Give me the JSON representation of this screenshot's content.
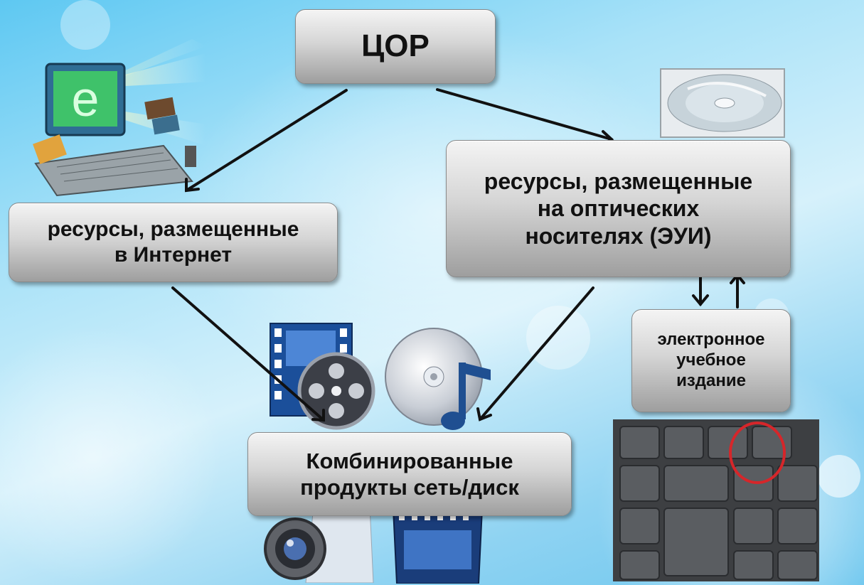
{
  "diagram": {
    "root": {
      "lines": [
        "ЦОР"
      ]
    },
    "internet": {
      "lines": [
        "ресурсы, размещенные",
        "в Интернет"
      ]
    },
    "optical": {
      "lines": [
        "ресурсы, размещенные",
        "на оптических",
        "носителях (ЭУИ)"
      ]
    },
    "edu": {
      "lines": [
        "электронное",
        "учебное",
        "издание"
      ]
    },
    "combined": {
      "lines": [
        "Комбинированные",
        "продукты сеть/диск"
      ]
    }
  },
  "colors": {
    "box_top": "#f4f4f4",
    "box_bottom": "#9e9e9e",
    "arrow": "#111111",
    "background": "#a9e2f8"
  },
  "icons": [
    "computer-e-icon",
    "cd-case-icon",
    "film-reel-icon",
    "cd-music-icon",
    "keyboard-photo",
    "camera-lens-icon",
    "film-strip-icon"
  ]
}
